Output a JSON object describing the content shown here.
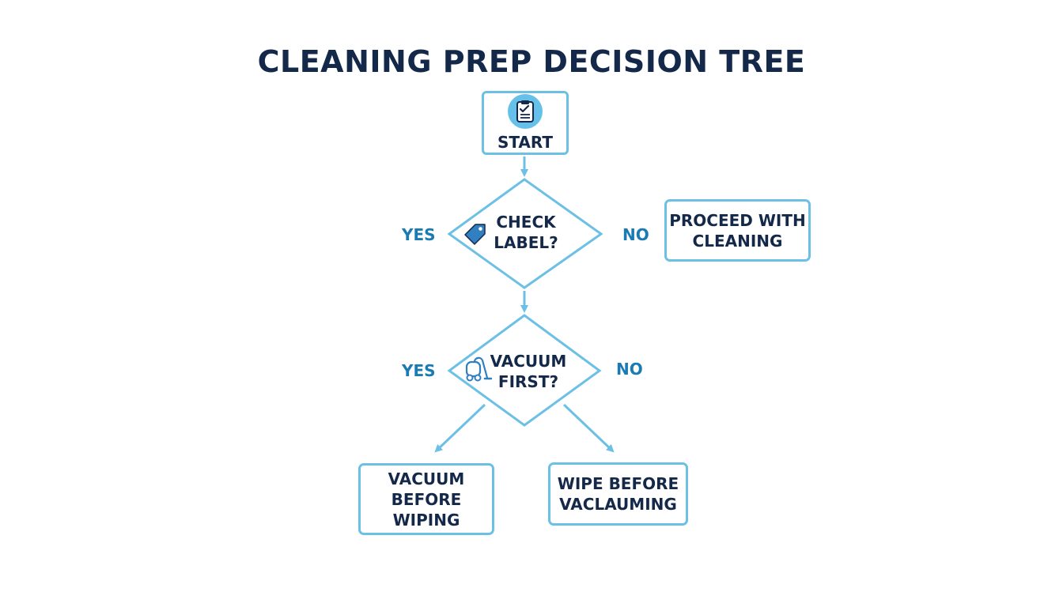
{
  "title": "CLEANING PREP DECISION TREE",
  "nodes": {
    "start": {
      "label": "START",
      "icon": "clipboard-check-icon"
    },
    "check_label": {
      "label": "CHECK\nLABEL?",
      "icon": "tag-icon"
    },
    "proceed": {
      "label": "PROCEED WITH\nCLEANING"
    },
    "vacuum_first": {
      "label": "VACUUM\nFIRST?",
      "icon": "vacuum-cleaner-icon"
    },
    "vacuum_before": {
      "label": "VACUUM\nBEFORE\nWIPING"
    },
    "wipe_before": {
      "label": "WIPE BEFORE\nVACLAUMING"
    }
  },
  "branches": {
    "check_label_yes": "YES",
    "check_label_no": "NO",
    "vacuum_first_yes": "YES",
    "vacuum_first_no": "NO"
  },
  "colors": {
    "stroke": "#6cc0e6",
    "text": "#14294a",
    "branch_text": "#1a7ab4",
    "icon_fill": "#66c1ea"
  }
}
